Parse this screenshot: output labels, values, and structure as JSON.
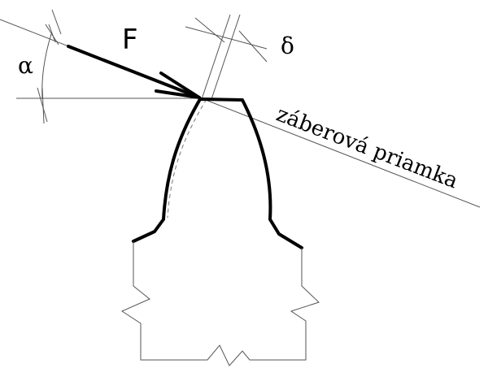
{
  "labels": {
    "force": "F",
    "pressure_angle": "α",
    "thickness": "δ",
    "line_of_action": "záberová priamka"
  },
  "colors": {
    "ink": "#000000",
    "thin_line": "#555555",
    "dashed": "#777777",
    "background": "#ffffff"
  }
}
